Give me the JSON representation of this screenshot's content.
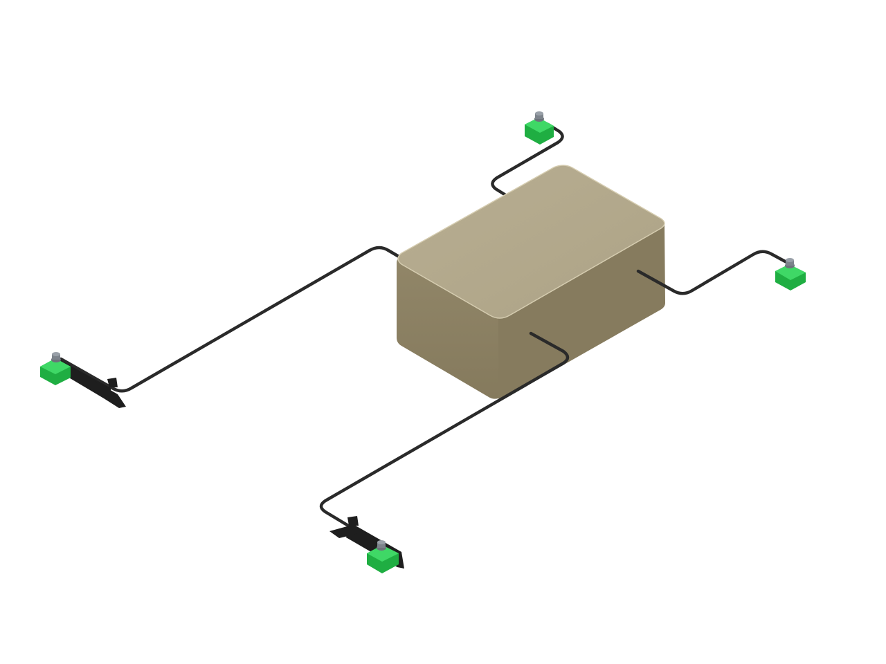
{
  "scene": {
    "background_color": "#ffffff",
    "enclosure": {
      "name": "enclosure-box",
      "top_color": "#b3a98c",
      "left_color": "#8a7f62",
      "right_color": "#857a5d",
      "edge_color": "#d8d0b4"
    },
    "cable_color": "#2a2a2a",
    "sensors": [
      {
        "name": "sensor-top",
        "icon": "sensor-cube-icon",
        "color": "#22c04a"
      },
      {
        "name": "sensor-right",
        "icon": "sensor-cube-icon",
        "color": "#22c04a"
      },
      {
        "name": "sensor-left",
        "icon": "sensor-cube-icon",
        "color": "#22c04a",
        "bracket": true
      },
      {
        "name": "sensor-front",
        "icon": "sensor-cube-icon",
        "color": "#22c04a",
        "bracket": true
      }
    ],
    "knob_color": "#6c727a",
    "bracket_color": "#1e1e1e"
  }
}
